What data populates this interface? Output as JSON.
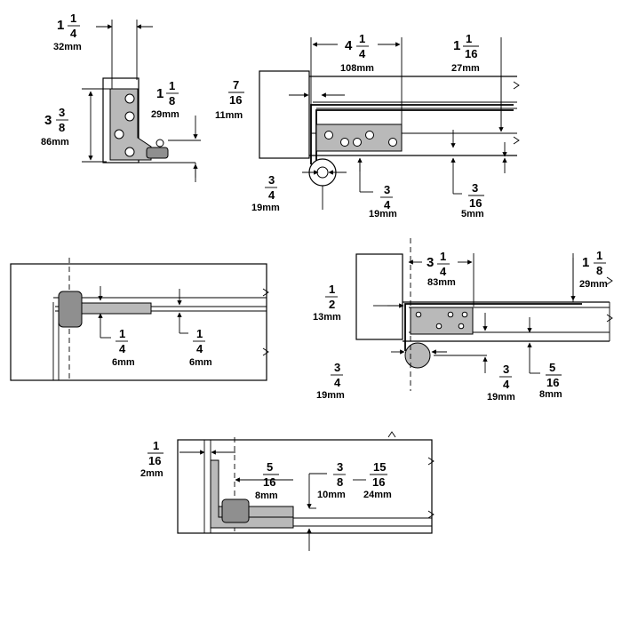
{
  "diagram1": {
    "width_whole": "1",
    "width_num": "1",
    "width_den": "4",
    "width_mm": "32mm",
    "height_whole": "3",
    "height_num": "3",
    "height_den": "8",
    "height_mm": "86mm",
    "offset_whole": "1",
    "offset_num": "1",
    "offset_den": "8",
    "offset_mm": "29mm"
  },
  "diagram2": {
    "top_whole": "4",
    "top_num": "1",
    "top_den": "4",
    "top_mm": "108mm",
    "right_whole": "1",
    "right_num": "1",
    "right_den": "16",
    "right_mm": "27mm",
    "left_num": "7",
    "left_den": "16",
    "left_mm": "11mm",
    "bl_num": "3",
    "bl_den": "4",
    "bl_mm": "19mm",
    "bm_num": "3",
    "bm_den": "4",
    "bm_mm": "19mm",
    "br_num": "3",
    "br_den": "16",
    "br_mm": "5mm"
  },
  "diagram3": {
    "a_num": "1",
    "a_den": "4",
    "a_mm": "6mm",
    "b_num": "1",
    "b_den": "4",
    "b_mm": "6mm"
  },
  "diagram4": {
    "top_whole": "3",
    "top_num": "1",
    "top_den": "4",
    "top_mm": "83mm",
    "right_whole": "1",
    "right_num": "1",
    "right_den": "8",
    "right_mm": "29mm",
    "left_num": "1",
    "left_den": "2",
    "left_mm": "13mm",
    "bl_num": "3",
    "bl_den": "4",
    "bl_mm": "19mm",
    "bm_num": "3",
    "bm_den": "4",
    "bm_mm": "19mm",
    "br_num": "5",
    "br_den": "16",
    "br_mm": "8mm"
  },
  "diagram5": {
    "a_num": "1",
    "a_den": "16",
    "a_mm": "2mm",
    "b_num": "5",
    "b_den": "16",
    "b_mm": "8mm",
    "c_num": "3",
    "c_den": "8",
    "c_mm": "10mm",
    "d_num": "15",
    "d_den": "16",
    "d_mm": "24mm"
  }
}
